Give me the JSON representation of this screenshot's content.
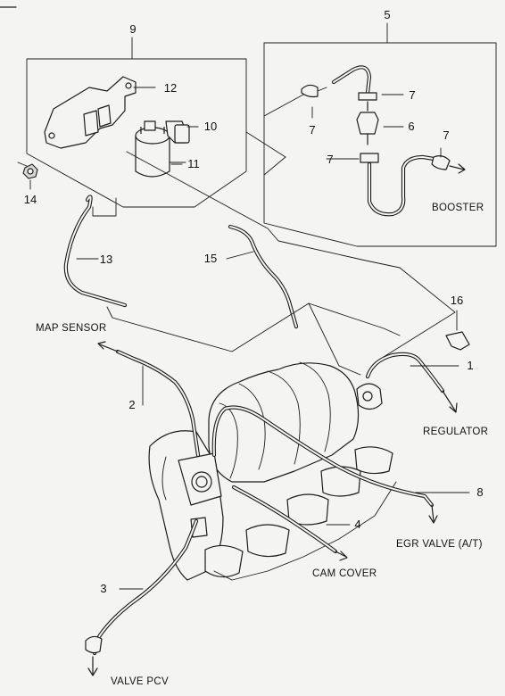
{
  "callouts": {
    "c1": "1",
    "c2": "2",
    "c3": "3",
    "c4": "4",
    "c5": "5",
    "c6": "6",
    "c7a": "7",
    "c7b": "7",
    "c7c": "7",
    "c7d": "7",
    "c8": "8",
    "c9": "9",
    "c10": "10",
    "c11": "11",
    "c12": "12",
    "c13": "13",
    "c14": "14",
    "c15": "15",
    "c16": "16"
  },
  "labels": {
    "map_sensor": "MAP SENSOR",
    "booster": "BOOSTER",
    "regulator": "REGULATOR",
    "egr_valve": "EGR VALVE (A/T)",
    "cam_cover": "CAM COVER",
    "valve_pcv": "VALVE PCV"
  }
}
